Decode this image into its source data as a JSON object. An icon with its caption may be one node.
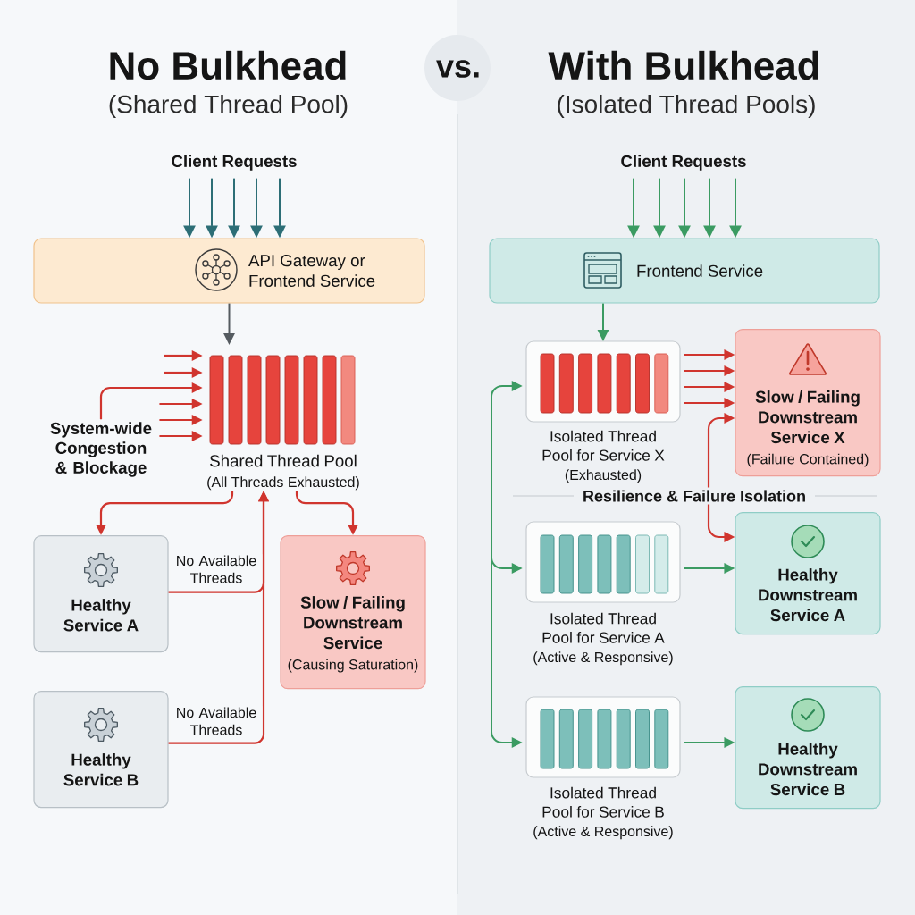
{
  "diagram": {
    "nodes": [
      {
        "text": [
          "Client Requests"
        ]
      },
      {
        "text": [
          "API Gateway or Frontend Service"
        ]
      },
      {
        "text": [
          "Shared Thread Pool",
          "(All Threads Exhausted)"
        ]
      },
      {
        "text": [
          "System-wide Congestion & Blockage"
        ]
      },
      {
        "text": [
          "Healthy Service A"
        ]
      },
      {
        "text": [
          "Slow / Failing Downstream Service",
          "(Causing Saturation)"
        ]
      },
      {
        "text": [
          "Healthy Service B"
        ]
      },
      {
        "text": [
          "Client Requests"
        ]
      },
      {
        "text": [
          "Frontend Service"
        ]
      },
      {
        "text": [
          "Isolated Thread Pool for Service X",
          "(Exhausted)"
        ]
      },
      {
        "text": [
          "Slow / Failing Downstream Service X",
          "(Failure Contained)"
        ]
      },
      {
        "text": [
          "Resilience & Failure Isolation"
        ]
      },
      {
        "text": [
          "Isolated Thread Pool for Service A",
          "(Active & Responsive)"
        ]
      },
      {
        "text": [
          "Healthy Downstream Service A"
        ]
      },
      {
        "text": [
          "Isolated Thread Pool for Service B",
          "(Active & Responsive)"
        ]
      },
      {
        "text": [
          "Healthy Downstream Service B"
        ]
      }
    ],
    "edges": [
      {
        "from": 0,
        "to": 1,
        "arrow": "to",
        "color": "#2d6e76"
      },
      {
        "from": 0,
        "to": 1,
        "arrow": "to",
        "color": "#2d6e76"
      },
      {
        "from": 0,
        "to": 1,
        "arrow": "to",
        "color": "#2d6e76"
      },
      {
        "from": 0,
        "to": 1,
        "arrow": "to",
        "color": "#2d6e76"
      },
      {
        "from": 0,
        "to": 1,
        "arrow": "to",
        "color": "#2d6e76"
      },
      {
        "from": 1,
        "to": 2,
        "arrow": "to",
        "color": "#555b60"
      },
      {
        "from": null,
        "to": 2,
        "arrow": "to"
      },
      {
        "from": null,
        "to": 2,
        "arrow": "to"
      },
      {
        "from": 3,
        "to": 2,
        "arrow": "to"
      },
      {
        "from": 3,
        "to": 2,
        "arrow": "to"
      },
      {
        "from": 3,
        "to": 2,
        "arrow": "to"
      },
      {
        "from": 3,
        "to": 2,
        "arrow": "to"
      },
      {
        "from": 2,
        "to": 4,
        "arrow": "to"
      },
      {
        "from": 2,
        "to": 5,
        "arrow": "to"
      },
      {
        "from": 4,
        "to": 2,
        "arrow": "to",
        "label": "No Available Threads"
      },
      {
        "from": 6,
        "to": 2,
        "arrow": "to",
        "label": "No Available Threads"
      },
      {
        "from": 7,
        "to": 8,
        "arrow": "to",
        "color": "#3b9b62"
      },
      {
        "from": 7,
        "to": 8,
        "arrow": "to",
        "color": "#3b9b62"
      },
      {
        "from": 7,
        "to": 8,
        "arrow": "to",
        "color": "#3b9b62"
      },
      {
        "from": 7,
        "to": 8,
        "arrow": "to",
        "color": "#3b9b62"
      },
      {
        "from": 7,
        "to": 8,
        "arrow": "to",
        "color": "#3b9b62"
      },
      {
        "from": 8,
        "to": 9,
        "arrow": "to",
        "color": "#3b9b62"
      },
      {
        "from": 9,
        "to": 10,
        "arrow": "to"
      },
      {
        "from": 9,
        "to": 10,
        "arrow": "to"
      },
      {
        "from": 9,
        "to": 10,
        "arrow": "to"
      },
      {
        "from": 9,
        "to": 10,
        "arrow": "to"
      },
      {
        "from": 11,
        "to": 10,
        "arrow": "to"
      },
      {
        "from": 11,
        "to": 13,
        "arrow": "to"
      },
      {
        "from": null,
        "to": 9,
        "arrow": "to",
        "color": "#3b9b62"
      },
      {
        "from": null,
        "to": 12,
        "arrow": "to",
        "color": "#3b9b62"
      },
      {
        "from": null,
        "to": 14,
        "arrow": "to",
        "color": "#3b9b62"
      },
      {
        "from": 12,
        "to": 13,
        "arrow": "to",
        "color": "#3b9b62"
      },
      {
        "from": 14,
        "to": 15,
        "arrow": "to",
        "color": "#3b9b62"
      }
    ],
    "labels": [
      "No Bulkhead",
      "vs.",
      "With Bulkhead",
      "(Shared Thread Pool)",
      "(Isolated Thread Pools)"
    ]
  }
}
